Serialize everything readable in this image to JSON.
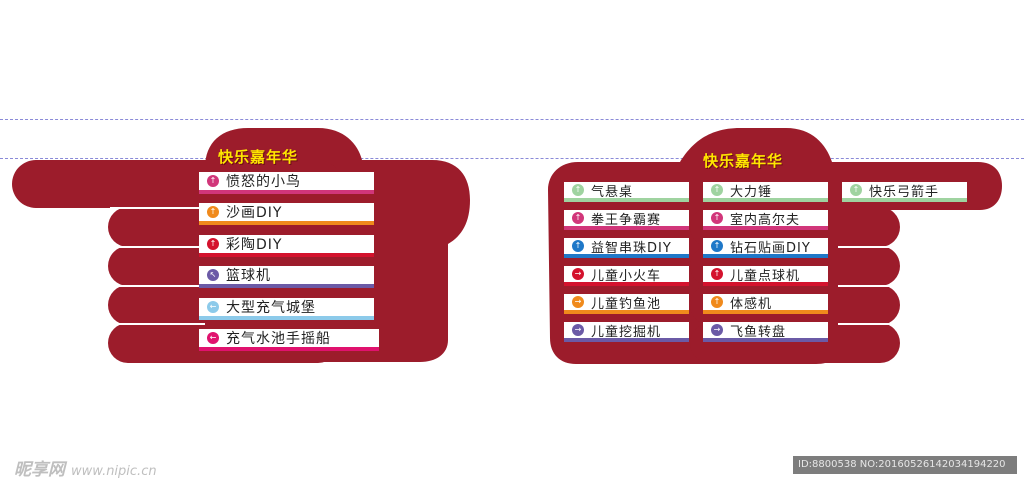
{
  "colors": {
    "sign": "#9c1c2b",
    "title": "#ffe600",
    "guide": "#8a8ad8"
  },
  "left_sign": {
    "title": "快乐嘉年华",
    "items": [
      {
        "label": "愤怒的小鸟",
        "icon": "arrow-up-icon",
        "color": "#d1367a",
        "glyph": "↑"
      },
      {
        "label": "沙画DIY",
        "icon": "arrow-up-icon",
        "color": "#f08a1c",
        "glyph": "↑"
      },
      {
        "label": "彩陶DIY",
        "icon": "arrow-up-icon",
        "color": "#d4122d",
        "glyph": "↑"
      },
      {
        "label": "篮球机",
        "icon": "arrow-up-left-icon",
        "color": "#6b5aa6",
        "glyph": "↖"
      },
      {
        "label": "大型充气城堡",
        "icon": "arrow-left-icon",
        "color": "#8ccaea",
        "glyph": "←"
      },
      {
        "label": "充气水池手摇船",
        "icon": "arrow-left-icon",
        "color": "#e0126e",
        "glyph": "←"
      }
    ]
  },
  "right_sign": {
    "title": "快乐嘉年华",
    "columns": [
      [
        {
          "label": "气悬桌",
          "icon": "arrow-up-icon",
          "color": "#9fd3a0",
          "glyph": "↑"
        },
        {
          "label": "拳王争霸赛",
          "icon": "arrow-up-icon",
          "color": "#d1367a",
          "glyph": "↑"
        },
        {
          "label": "益智串珠DIY",
          "icon": "arrow-up-icon",
          "color": "#1f78c8",
          "glyph": "↑"
        },
        {
          "label": "儿童小火车",
          "icon": "arrow-right-icon",
          "color": "#d4122d",
          "glyph": "→"
        },
        {
          "label": "儿童钓鱼池",
          "icon": "arrow-right-icon",
          "color": "#f08a1c",
          "glyph": "→"
        },
        {
          "label": "儿童挖掘机",
          "icon": "arrow-right-icon",
          "color": "#6b5aa6",
          "glyph": "→"
        }
      ],
      [
        {
          "label": "大力锤",
          "icon": "arrow-up-icon",
          "color": "#9fd3a0",
          "glyph": "↑"
        },
        {
          "label": "室内高尔夫",
          "icon": "arrow-up-icon",
          "color": "#d1367a",
          "glyph": "↑"
        },
        {
          "label": "钻石贴画DIY",
          "icon": "arrow-up-icon",
          "color": "#1f78c8",
          "glyph": "↑"
        },
        {
          "label": "儿童点球机",
          "icon": "arrow-up-icon",
          "color": "#d4122d",
          "glyph": "↑"
        },
        {
          "label": "体感机",
          "icon": "arrow-up-icon",
          "color": "#f08a1c",
          "glyph": "↑"
        },
        {
          "label": "飞鱼转盘",
          "icon": "arrow-right-icon",
          "color": "#6b5aa6",
          "glyph": "→"
        }
      ],
      [
        {
          "label": "快乐弓箭手",
          "icon": "arrow-up-icon",
          "color": "#9fd3a0",
          "glyph": "↑"
        }
      ]
    ]
  },
  "watermark": {
    "brand": "昵享网",
    "url": "www.nipic.cn"
  },
  "image_id": "ID:8800538 NO:20160526142034194220"
}
